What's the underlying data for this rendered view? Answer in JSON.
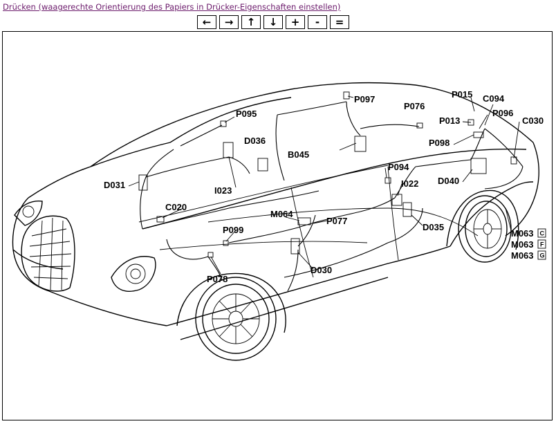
{
  "header": {
    "print_link": "Drücken (waagerechte Orientierung des Papiers in Drücker-Eigenschaften einstellen)"
  },
  "toolbar": {
    "left": "←",
    "right": "→",
    "up": "↑",
    "down": "↓",
    "zoom_in": "+",
    "zoom_out": "-",
    "reset": "="
  },
  "diagram": {
    "labels": {
      "p097": "P097",
      "p095": "P095",
      "p076": "P076",
      "p015": "P015",
      "c094": "C094",
      "p013": "P013",
      "p096": "P096",
      "c030": "C030",
      "d036": "D036",
      "b045": "B045",
      "p098": "P098",
      "d031": "D031",
      "i023": "I023",
      "p094": "P094",
      "i022": "I022",
      "d040": "D040",
      "c020": "C020",
      "m064": "M064",
      "p077": "P077",
      "d035": "D035",
      "p099": "P099",
      "m063c": "M063",
      "m063f": "M063",
      "m063g": "M063",
      "d030": "D030",
      "p078": "P078"
    },
    "variants": {
      "c": "C",
      "f": "F",
      "g": "G"
    }
  }
}
